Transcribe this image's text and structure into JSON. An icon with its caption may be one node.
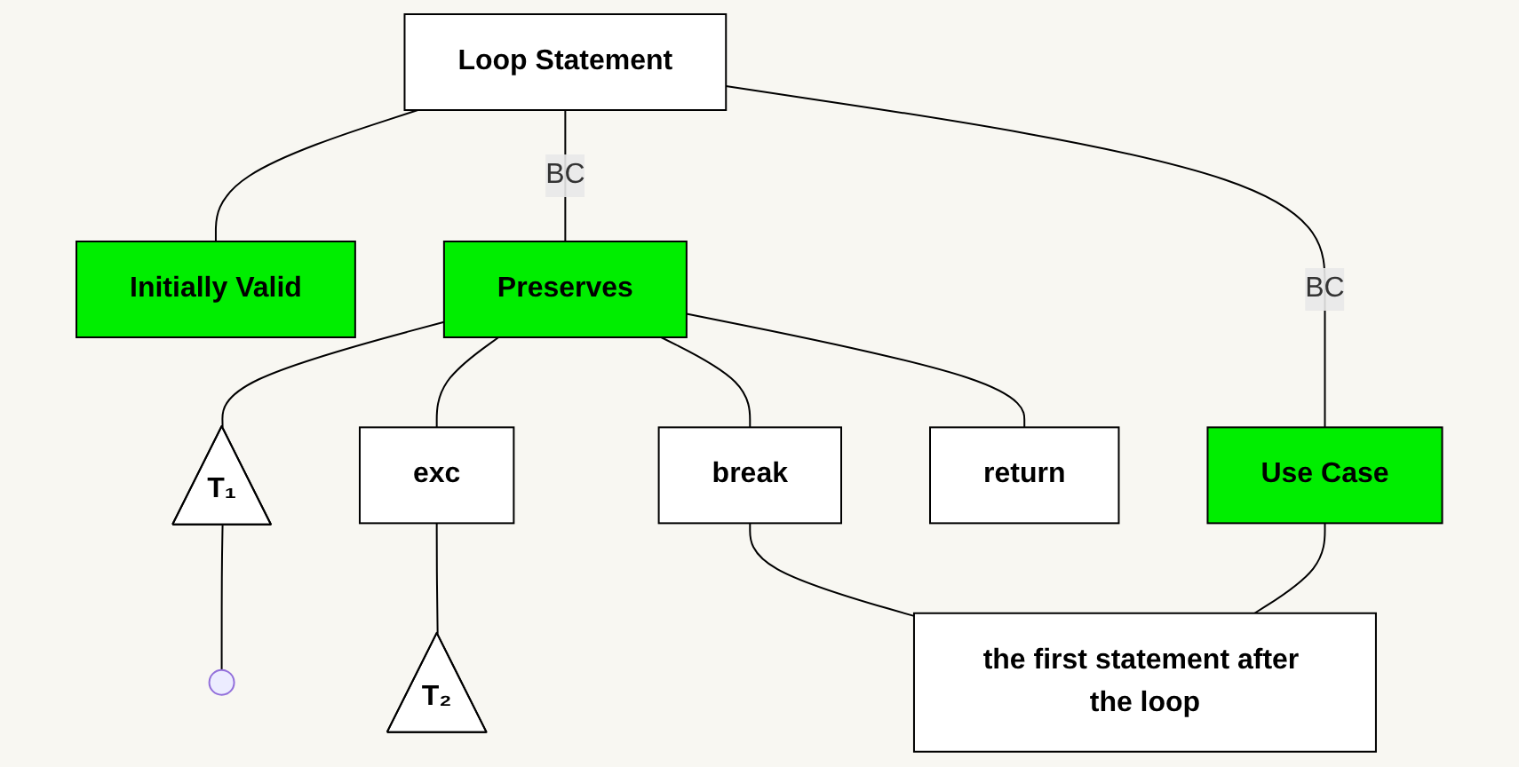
{
  "diagram": {
    "nodes": [
      {
        "text": [
          "Loop Statement"
        ]
      },
      {
        "text": [
          "Initially Valid"
        ]
      },
      {
        "text": [
          "Preserves"
        ]
      },
      {
        "text": [
          "Use Case"
        ]
      },
      {
        "text": [
          "exc"
        ]
      },
      {
        "text": [
          "break"
        ]
      },
      {
        "text": [
          "return"
        ]
      },
      {
        "text": [
          "T₁"
        ]
      },
      {
        "text": [
          "T₂"
        ]
      },
      {
        "text": [],
        "shape": "circle"
      },
      {
        "text": [
          "the first statement after the loop"
        ]
      }
    ],
    "edges": [
      {
        "from": 0,
        "to": 1,
        "arrow": "none"
      },
      {
        "from": 0,
        "to": 2,
        "arrow": "none",
        "label": "BC"
      },
      {
        "from": 0,
        "to": 3,
        "arrow": "none",
        "label": "BC"
      },
      {
        "from": 2,
        "to": 7,
        "arrow": "none"
      },
      {
        "from": 2,
        "to": 4,
        "arrow": "none"
      },
      {
        "from": 2,
        "to": 5,
        "arrow": "none"
      },
      {
        "from": 2,
        "to": 6,
        "arrow": "none"
      },
      {
        "from": 7,
        "to": 9,
        "arrow": "none"
      },
      {
        "from": 4,
        "to": 8,
        "arrow": "none"
      },
      {
        "from": 5,
        "to": 10,
        "arrow": "none"
      },
      {
        "from": 3,
        "to": 10,
        "arrow": "none"
      }
    ]
  }
}
